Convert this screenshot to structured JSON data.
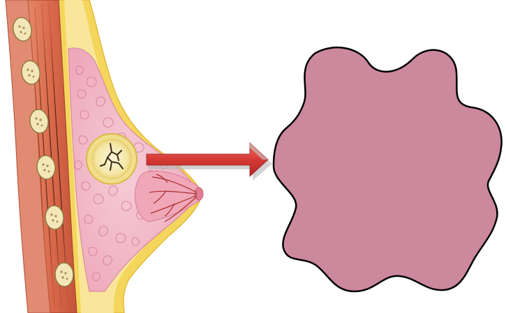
{
  "figure": {
    "left_panel": "breast-cross-section-with-tumor",
    "connector": "arrow-right",
    "right_panel": "irregular-tumor-mass"
  },
  "colors": {
    "background": "#ffffff",
    "skin_fat": "#f4d65c",
    "skin_fat_light": "#f9e9a4",
    "muscle": "#d9694a",
    "muscle_dark": "#b94a30",
    "rib": "#f3e6b9",
    "rib_dot": "#a88c4d",
    "glandular": "#f2b8c6",
    "lobule_line": "#d77c96",
    "tumor_ring": "#f2e08e",
    "tumor_core": "#f7f0c4",
    "tumor_cracks": "#3b2a1a",
    "nipple_vessels": "#a82b2b",
    "arrow_red": "#d53a35",
    "arrow_shadow": "#a8a8a8",
    "mass_fill": "#cc889d",
    "mass_outline": "#000000"
  }
}
